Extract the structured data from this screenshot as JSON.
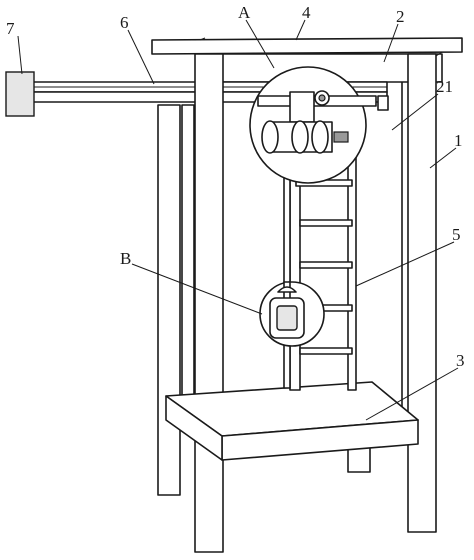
{
  "labels": {
    "l1": "1",
    "l2": "2",
    "l21": "21",
    "l3": "3",
    "l4": "4",
    "l5": "5",
    "l6": "6",
    "l7": "7",
    "lA": "A",
    "lB": "B"
  }
}
